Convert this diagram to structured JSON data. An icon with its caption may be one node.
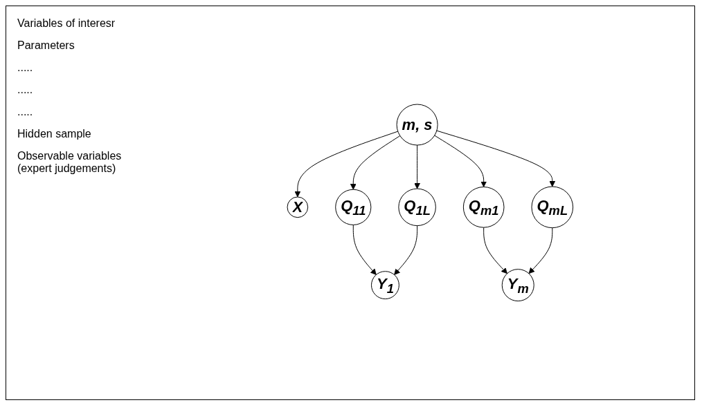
{
  "diagram": {
    "nodes": [
      {
        "text": [
          "X"
        ]
      },
      {
        "text": [
          "m, s"
        ]
      },
      {
        "text": [
          "Q$_{11}$"
        ]
      },
      {
        "text": [
          "Q$_{1L}$"
        ]
      },
      {
        "text": [
          "Q$_{m1}$"
        ]
      },
      {
        "text": [
          "Q$_{mL}$"
        ]
      },
      {
        "text": [
          "Y$_{1}$"
        ]
      },
      {
        "text": [
          "Y$_{m}$"
        ]
      }
    ],
    "edges": [
      {
        "from": 1,
        "to": 0,
        "arrow": "to"
      },
      {
        "from": 1,
        "to": 2,
        "arrow": "to"
      },
      {
        "from": 1,
        "to": 3,
        "arrow": "to"
      },
      {
        "from": 1,
        "to": 4,
        "arrow": "to"
      },
      {
        "from": 1,
        "to": 5,
        "arrow": "to"
      },
      {
        "from": 2,
        "to": 6,
        "arrow": "to"
      },
      {
        "from": 3,
        "to": 6,
        "arrow": "to"
      },
      {
        "from": 4,
        "to": 7,
        "arrow": "to"
      },
      {
        "from": 5,
        "to": 7,
        "arrow": "to"
      }
    ],
    "labels": [
      "Variables of interesr",
      "Parameters",
      ".....",
      ".....",
      ".....",
      "Hidden sample",
      "Observable variables (expert judgements)"
    ]
  }
}
